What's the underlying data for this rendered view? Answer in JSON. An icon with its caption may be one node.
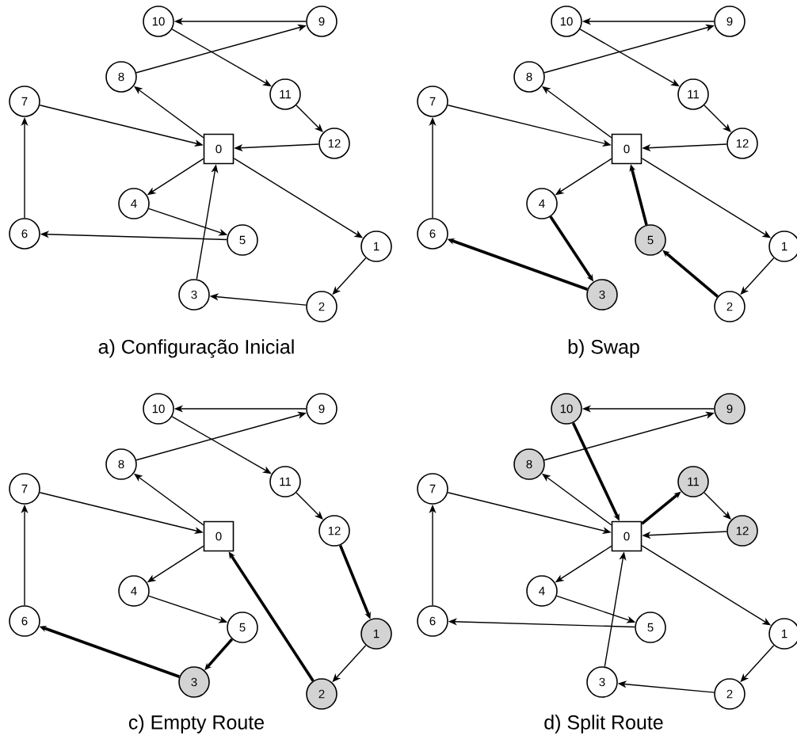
{
  "diagram": {
    "nodes": [
      {
        "text": [
          "0"
        ]
      },
      {
        "text": [
          "1"
        ]
      },
      {
        "text": [
          "2"
        ]
      },
      {
        "text": [
          "3"
        ]
      },
      {
        "text": [
          "4"
        ]
      },
      {
        "text": [
          "5"
        ]
      },
      {
        "text": [
          "6"
        ]
      },
      {
        "text": [
          "7"
        ]
      },
      {
        "text": [
          "8"
        ]
      },
      {
        "text": [
          "9"
        ]
      },
      {
        "text": [
          "10"
        ]
      },
      {
        "text": [
          "11"
        ]
      },
      {
        "text": [
          "12"
        ]
      },
      {
        "text": [
          "0"
        ]
      },
      {
        "text": [
          "1"
        ]
      },
      {
        "text": [
          "2"
        ]
      },
      {
        "text": [
          "3"
        ]
      },
      {
        "text": [
          "4"
        ]
      },
      {
        "text": [
          "5"
        ]
      },
      {
        "text": [
          "6"
        ]
      },
      {
        "text": [
          "7"
        ]
      },
      {
        "text": [
          "8"
        ]
      },
      {
        "text": [
          "9"
        ]
      },
      {
        "text": [
          "10"
        ]
      },
      {
        "text": [
          "11"
        ]
      },
      {
        "text": [
          "12"
        ]
      },
      {
        "text": [
          "0"
        ]
      },
      {
        "text": [
          "1"
        ]
      },
      {
        "text": [
          "2"
        ]
      },
      {
        "text": [
          "3"
        ]
      },
      {
        "text": [
          "4"
        ]
      },
      {
        "text": [
          "5"
        ]
      },
      {
        "text": [
          "6"
        ]
      },
      {
        "text": [
          "7"
        ]
      },
      {
        "text": [
          "8"
        ]
      },
      {
        "text": [
          "9"
        ]
      },
      {
        "text": [
          "10"
        ]
      },
      {
        "text": [
          "11"
        ]
      },
      {
        "text": [
          "12"
        ]
      },
      {
        "text": [
          "0"
        ]
      },
      {
        "text": [
          "1"
        ]
      },
      {
        "text": [
          "2"
        ]
      },
      {
        "text": [
          "3"
        ]
      },
      {
        "text": [
          "4"
        ]
      },
      {
        "text": [
          "5"
        ]
      },
      {
        "text": [
          "6"
        ]
      },
      {
        "text": [
          "7"
        ]
      },
      {
        "text": [
          "8"
        ]
      },
      {
        "text": [
          "9"
        ]
      },
      {
        "text": [
          "10"
        ]
      },
      {
        "text": [
          "11"
        ]
      },
      {
        "text": [
          "12"
        ]
      }
    ],
    "edges": [
      {
        "from": 0,
        "to": 8,
        "arrow": "to"
      },
      {
        "from": 8,
        "to": 9,
        "arrow": "to"
      },
      {
        "from": 9,
        "to": 10,
        "arrow": "to"
      },
      {
        "from": 10,
        "to": 11,
        "arrow": "to"
      },
      {
        "from": 11,
        "to": 12,
        "arrow": "to"
      },
      {
        "from": 12,
        "to": 0,
        "arrow": "to"
      },
      {
        "from": 7,
        "to": 0,
        "arrow": "to"
      },
      {
        "from": 6,
        "to": 7,
        "arrow": "to"
      },
      {
        "from": 5,
        "to": 6,
        "arrow": "to"
      },
      {
        "from": 4,
        "to": 5,
        "arrow": "to"
      },
      {
        "from": 0,
        "to": 4,
        "arrow": "to"
      },
      {
        "from": 3,
        "to": 0,
        "arrow": "to"
      },
      {
        "from": 0,
        "to": 1,
        "arrow": "to"
      },
      {
        "from": 1,
        "to": 2,
        "arrow": "to"
      },
      {
        "from": 2,
        "to": 3,
        "arrow": "to"
      },
      {
        "from": 13,
        "to": 21,
        "arrow": "to"
      },
      {
        "from": 21,
        "to": 22,
        "arrow": "to"
      },
      {
        "from": 22,
        "to": 23,
        "arrow": "to"
      },
      {
        "from": 23,
        "to": 24,
        "arrow": "to"
      },
      {
        "from": 24,
        "to": 25,
        "arrow": "to"
      },
      {
        "from": 25,
        "to": 13,
        "arrow": "to"
      },
      {
        "from": 20,
        "to": 13,
        "arrow": "to"
      },
      {
        "from": 19,
        "to": 20,
        "arrow": "to"
      },
      {
        "from": 16,
        "to": 19,
        "arrow": "to",
        "style": "thick"
      },
      {
        "from": 17,
        "to": 16,
        "arrow": "to",
        "style": "thick"
      },
      {
        "from": 13,
        "to": 17,
        "arrow": "to"
      },
      {
        "from": 18,
        "to": 13,
        "arrow": "to",
        "style": "thick"
      },
      {
        "from": 15,
        "to": 18,
        "arrow": "to",
        "style": "thick"
      },
      {
        "from": 13,
        "to": 14,
        "arrow": "to"
      },
      {
        "from": 14,
        "to": 15,
        "arrow": "to"
      },
      {
        "from": 26,
        "to": 34,
        "arrow": "to"
      },
      {
        "from": 34,
        "to": 35,
        "arrow": "to"
      },
      {
        "from": 35,
        "to": 36,
        "arrow": "to"
      },
      {
        "from": 36,
        "to": 37,
        "arrow": "to"
      },
      {
        "from": 37,
        "to": 38,
        "arrow": "to"
      },
      {
        "from": 38,
        "to": 27,
        "arrow": "to",
        "style": "thick"
      },
      {
        "from": 27,
        "to": 28,
        "arrow": "to"
      },
      {
        "from": 28,
        "to": 26,
        "arrow": "to",
        "style": "thick"
      },
      {
        "from": 33,
        "to": 26,
        "arrow": "to"
      },
      {
        "from": 32,
        "to": 33,
        "arrow": "to"
      },
      {
        "from": 29,
        "to": 32,
        "arrow": "to",
        "style": "thick"
      },
      {
        "from": 31,
        "to": 29,
        "arrow": "to",
        "style": "thick"
      },
      {
        "from": 30,
        "to": 31,
        "arrow": "to"
      },
      {
        "from": 26,
        "to": 30,
        "arrow": "to"
      },
      {
        "from": 49,
        "to": 39,
        "arrow": "to",
        "style": "thick"
      },
      {
        "from": 39,
        "to": 50,
        "arrow": "to",
        "style": "thick"
      },
      {
        "from": 50,
        "to": 51,
        "arrow": "to"
      },
      {
        "from": 51,
        "to": 39,
        "arrow": "to"
      },
      {
        "from": 48,
        "to": 49,
        "arrow": "to"
      },
      {
        "from": 47,
        "to": 48,
        "arrow": "to"
      },
      {
        "from": 39,
        "to": 47,
        "arrow": "to"
      },
      {
        "from": 46,
        "to": 39,
        "arrow": "to"
      },
      {
        "from": 45,
        "to": 46,
        "arrow": "to"
      },
      {
        "from": 44,
        "to": 45,
        "arrow": "to"
      },
      {
        "from": 43,
        "to": 44,
        "arrow": "to"
      },
      {
        "from": 39,
        "to": 43,
        "arrow": "to"
      },
      {
        "from": 42,
        "to": 39,
        "arrow": "to"
      },
      {
        "from": 39,
        "to": 40,
        "arrow": "to"
      },
      {
        "from": 40,
        "to": 41,
        "arrow": "to"
      },
      {
        "from": 41,
        "to": 42,
        "arrow": "to"
      }
    ],
    "labels": [
      "a) Configuração Inicial",
      "b) Swap",
      "c) Empty Route",
      "d) Split Route"
    ]
  }
}
